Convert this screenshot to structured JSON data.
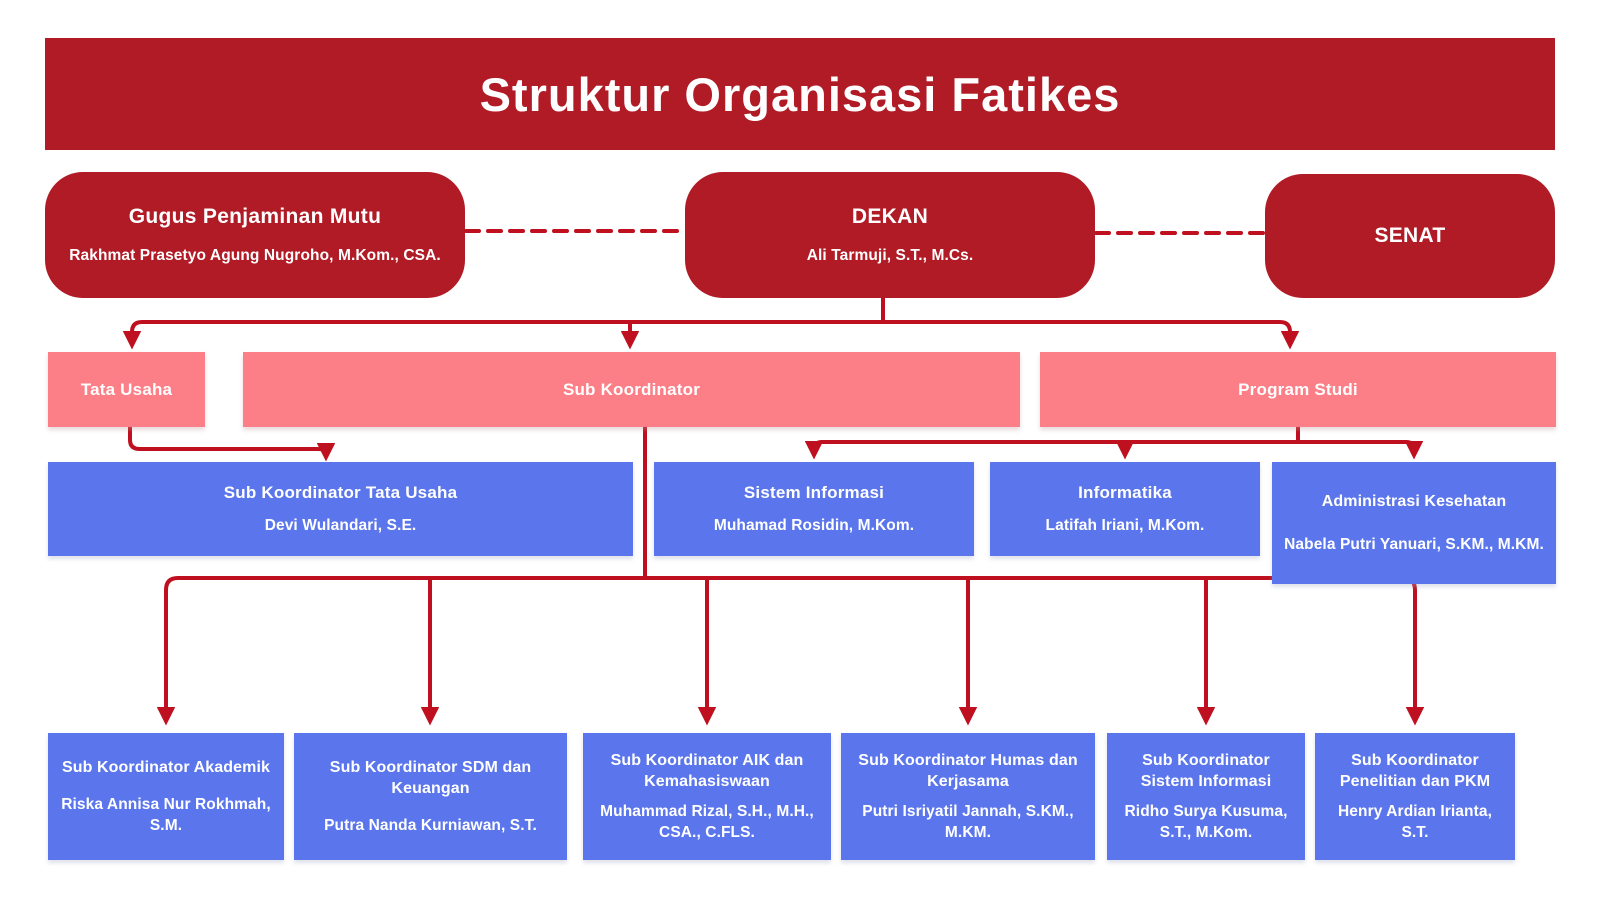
{
  "title": "Struktur Organisasi Fatikes",
  "colors": {
    "dark_red": "#B01B26",
    "connector_red": "#BE101E",
    "pink": "#FC7E87",
    "blue": "#5B76EC",
    "text": "#FFFFFF",
    "background": "#FFFFFF"
  },
  "nodes": {
    "gpm": {
      "title": "Gugus Penjaminan Mutu",
      "name": "Rakhmat Prasetyo Agung Nugroho, M.Kom., CSA."
    },
    "dekan": {
      "title": "DEKAN",
      "name": "Ali Tarmuji, S.T., M.Cs."
    },
    "senat": {
      "title": "SENAT"
    },
    "tata_usaha": {
      "title": "Tata Usaha"
    },
    "sub_koordinator": {
      "title": "Sub Koordinator"
    },
    "program_studi": {
      "title": "Program Studi"
    },
    "sub_tata_usaha": {
      "title": "Sub Koordinator Tata Usaha",
      "name": "Devi Wulandari, S.E."
    },
    "sistem_informasi": {
      "title": "Sistem Informasi",
      "name": "Muhamad Rosidin, M.Kom."
    },
    "informatika": {
      "title": "Informatika",
      "name": "Latifah Iriani, M.Kom."
    },
    "administrasi_kesehatan": {
      "title": "Administrasi Kesehatan",
      "name": "Nabela Putri Yanuari, S.KM., M.KM."
    },
    "sub_akademik": {
      "title": "Sub Koordinator Akademik",
      "name": "Riska Annisa Nur Rokhmah, S.M."
    },
    "sub_sdm_keuangan": {
      "title": "Sub Koordinator SDM dan Keuangan",
      "name": "Putra Nanda Kurniawan, S.T."
    },
    "sub_aik_kemahasiswaan": {
      "title": "Sub Koordinator AIK dan Kemahasiswaan",
      "name": "Muhammad Rizal, S.H., M.H., CSA., C.FLS."
    },
    "sub_humas_kerjasama": {
      "title": "Sub Koordinator Humas dan Kerjasama",
      "name": "Putri Isriyatil Jannah, S.KM., M.KM."
    },
    "sub_sistem_informasi": {
      "title": "Sub Koordinator Sistem Informasi",
      "name": "Ridho Surya Kusuma, S.T., M.Kom."
    },
    "sub_penelitian_pkm": {
      "title": "Sub Koordinator Penelitian dan PKM",
      "name": "Henry Ardian Irianta, S.T."
    }
  }
}
